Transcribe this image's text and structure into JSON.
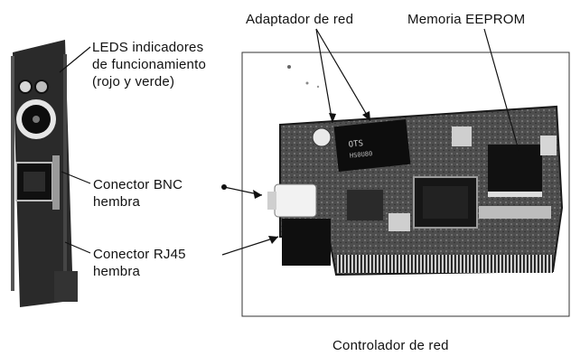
{
  "labels": {
    "leds": [
      "LEDS indicadores",
      "de funcionamiento",
      "(rojo y verde)"
    ],
    "bnc": [
      "Conector BNC",
      "hembra"
    ],
    "rj45": [
      "Conector RJ45",
      "hembra"
    ],
    "adapter": "Adaptador de red",
    "eeprom": "Memoria EEPROM",
    "caption": "Controlador de red"
  },
  "colors": {
    "ink": "#111111",
    "bracket": "#2a2a2a",
    "board": "#5a5a5a",
    "board_dark": "#1c1c1c",
    "chip": "#0e0e0e",
    "background": "#ffffff"
  }
}
